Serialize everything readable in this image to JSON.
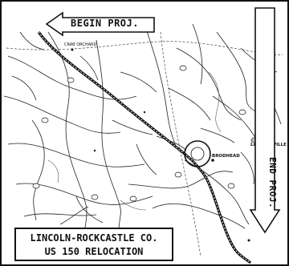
{
  "map": {
    "begin_label": "BEGIN PROJ.",
    "end_label": "END PROJ.",
    "title_line1": "LINCOLN-ROCKCASTLE CO.",
    "title_line2": "US 150 RELOCATION",
    "place_labels": {
      "crab_orchard": "CRAB ORCHARD",
      "lake_linville": "LAKE LINVILLE",
      "brodhead": "BRODHEAD"
    },
    "colors": {
      "ink": "#111111",
      "paper": "#ffffff"
    }
  }
}
